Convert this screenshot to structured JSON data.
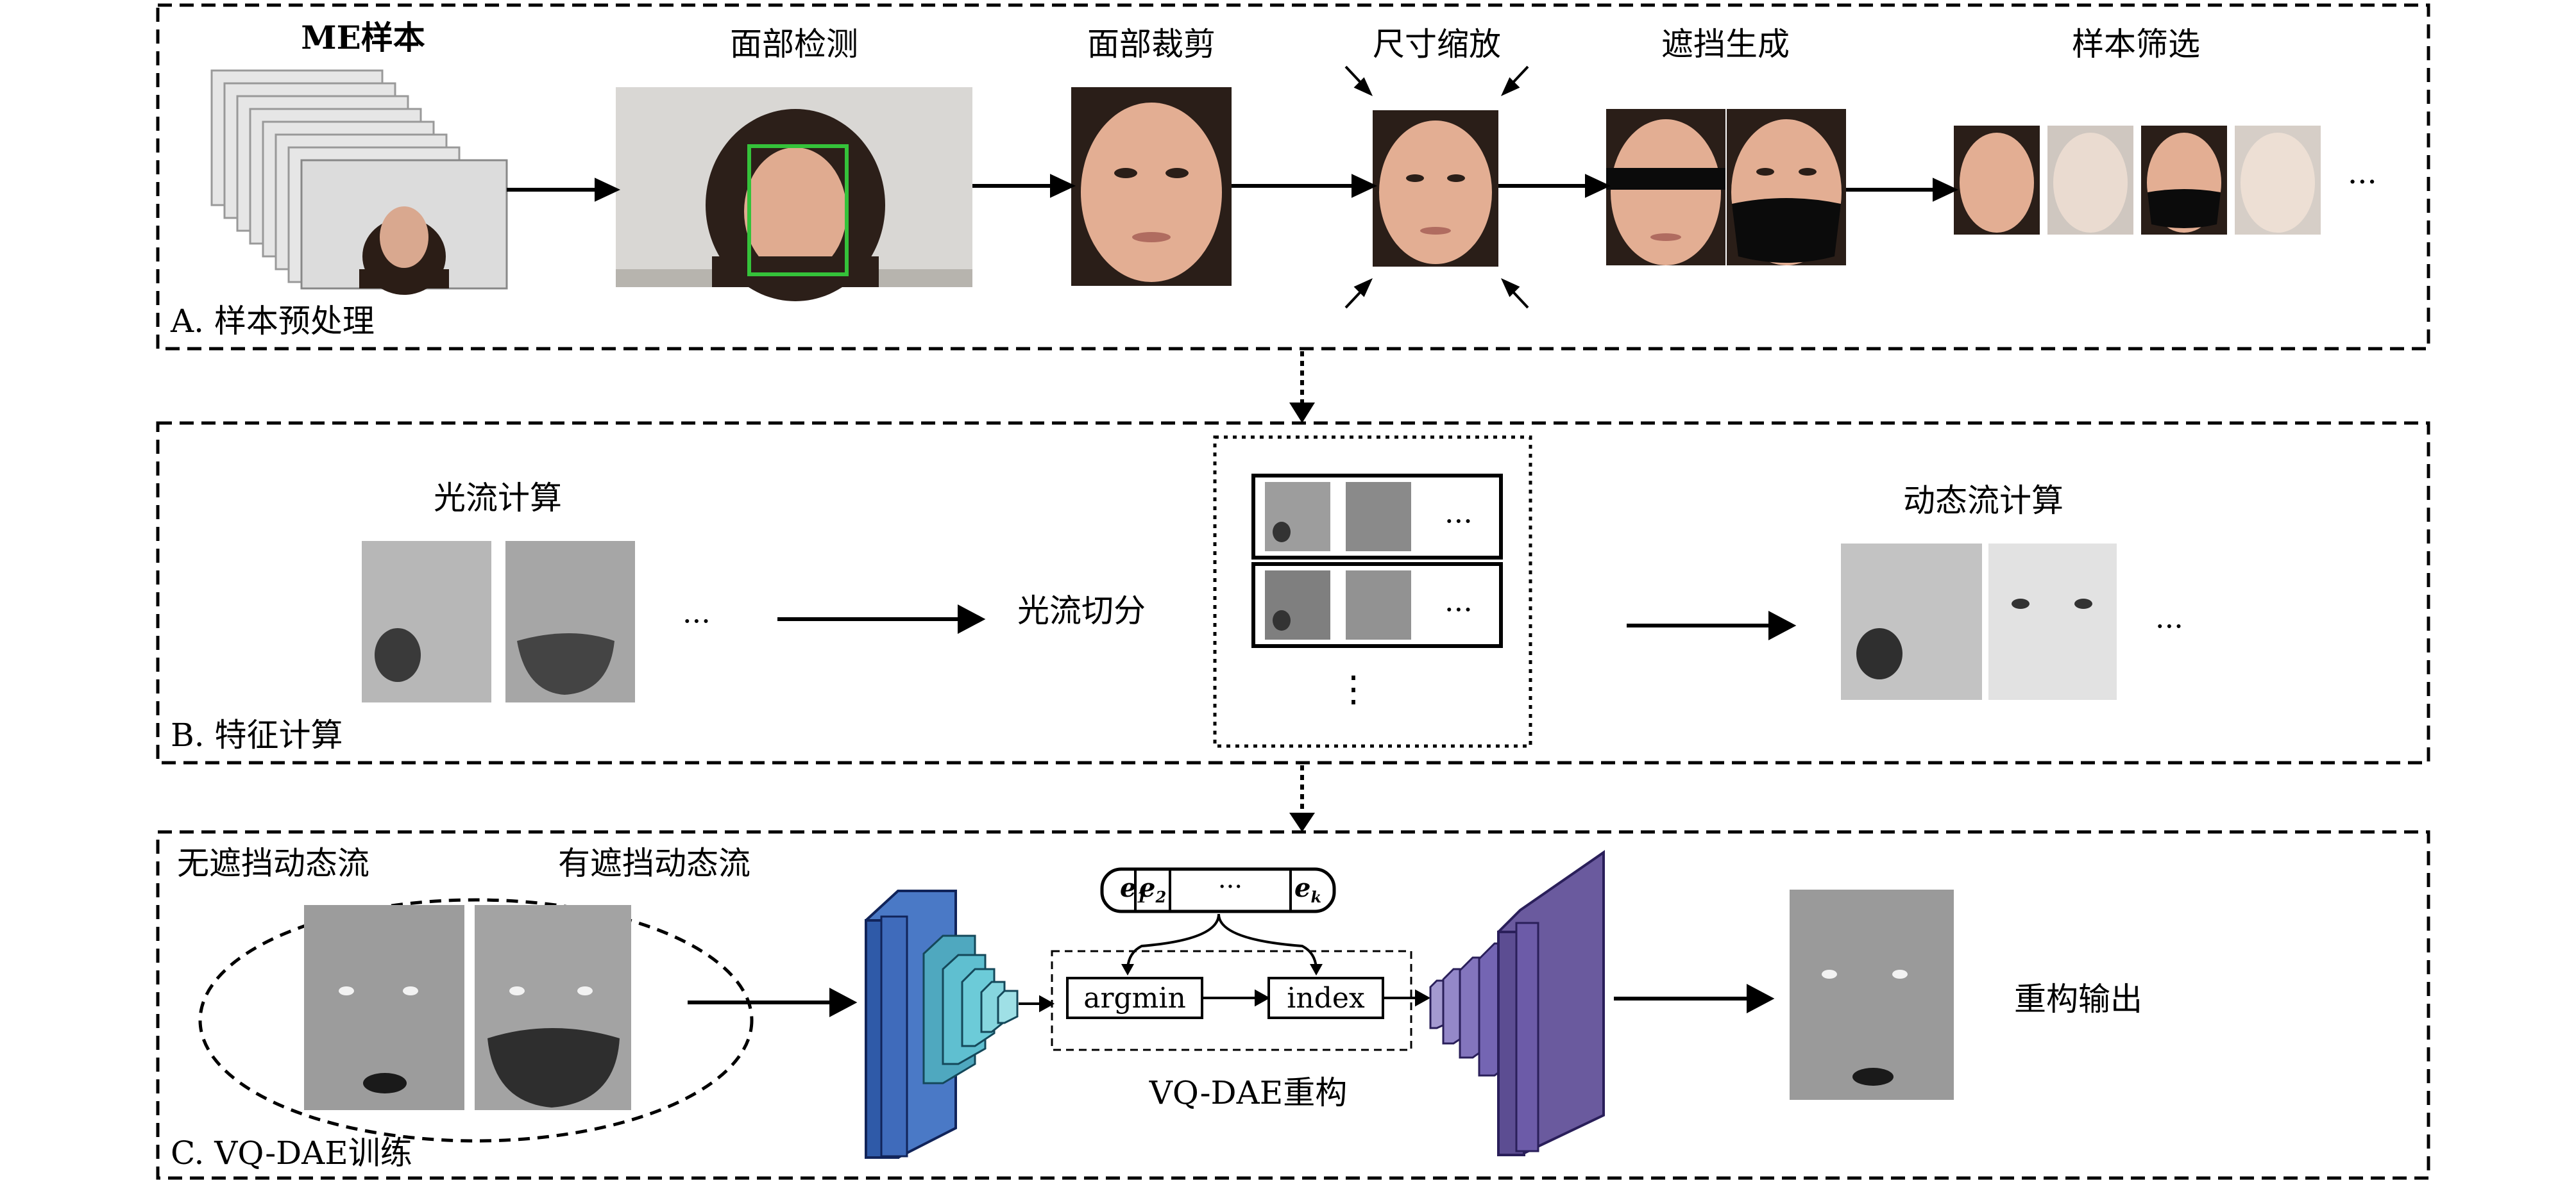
{
  "sections": {
    "a": {
      "title": "A. 样本预处理",
      "steps": [
        "ME样本",
        "面部检测",
        "面部裁剪",
        "尺寸缩放",
        "遮挡生成",
        "样本筛选"
      ],
      "ellipsis": "···"
    },
    "b": {
      "title": "B. 特征计算",
      "optical_flow": "光流计算",
      "flow_split": "光流切分",
      "dynamic_flow": "动态流计算",
      "ellipsis": "···",
      "vdots": "⋮"
    },
    "c": {
      "title": "C. VQ-DAE训练",
      "unoccluded": "无遮挡动态流",
      "occluded": "有遮挡动态流",
      "codebook_dots": "···",
      "argmin": "argmin",
      "index": "index",
      "vqdae": "VQ-DAE重构",
      "output": "重构输出"
    }
  },
  "colors": {
    "encoder": "#3a63b0",
    "decoder": "#6a5a9e",
    "dashed_border": "#000000"
  }
}
